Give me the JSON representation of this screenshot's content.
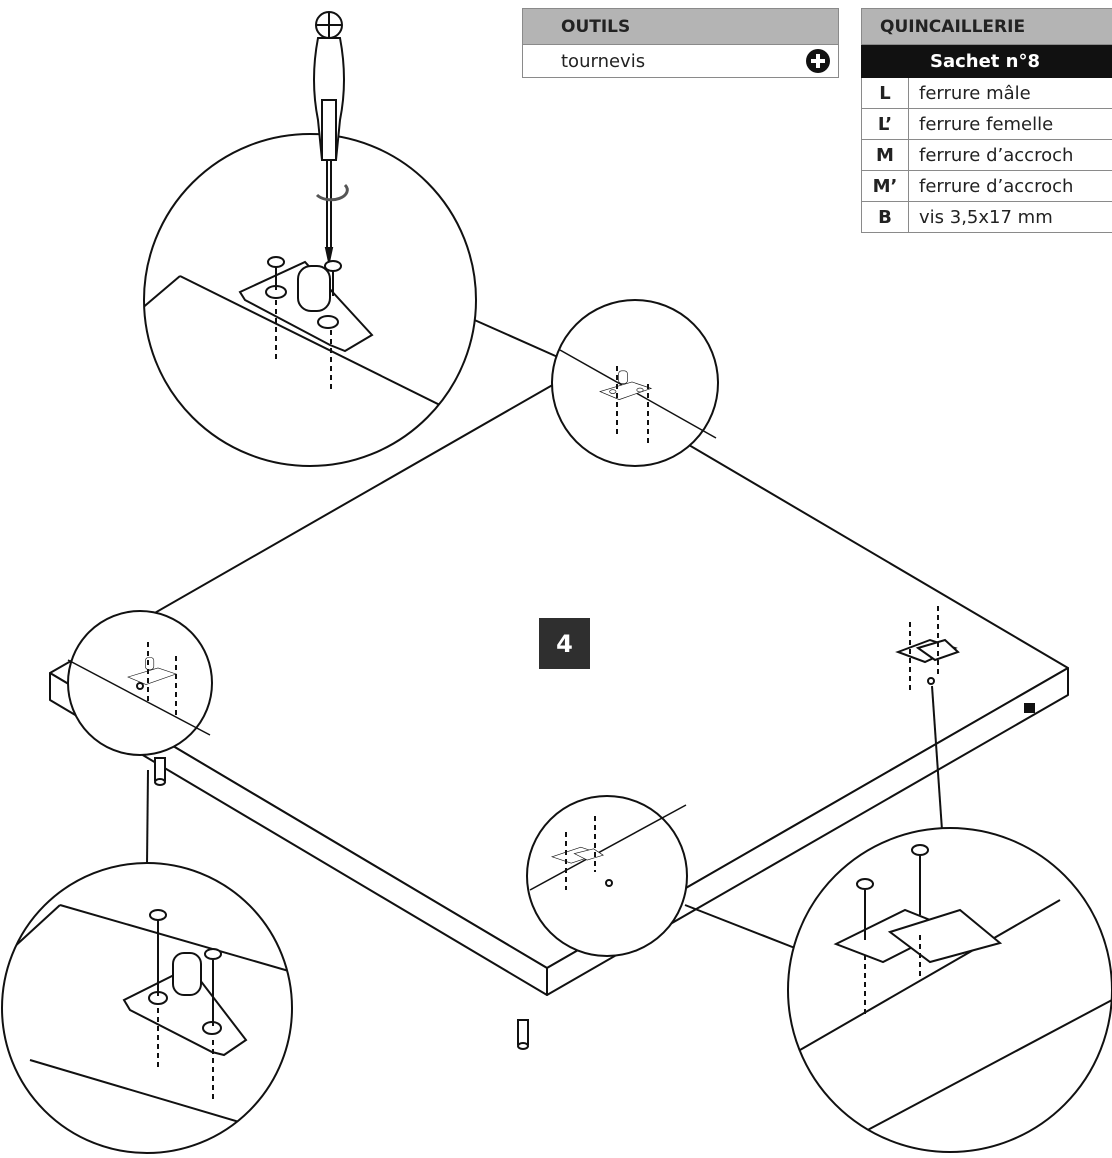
{
  "tools": {
    "header": "OUTILS",
    "items": [
      {
        "label": "tournevis",
        "icon": "plus-circle-icon"
      }
    ]
  },
  "hardware": {
    "header": "QUINCAILLERIE",
    "sachet": "Sachet n°8",
    "items": [
      {
        "code": "L",
        "label": "ferrure mâle"
      },
      {
        "code": "L’",
        "label": "ferrure femelle"
      },
      {
        "code": "M",
        "label": "ferrure d’accroch"
      },
      {
        "code": "M’",
        "label": "ferrure d’accroch"
      },
      {
        "code": "B",
        "label": "vis 3,5x17 mm"
      }
    ]
  },
  "step": {
    "number": "4"
  },
  "colors": {
    "line": "#111111",
    "header_gray": "#b4b4b4",
    "badge": "#2f2f2f"
  }
}
